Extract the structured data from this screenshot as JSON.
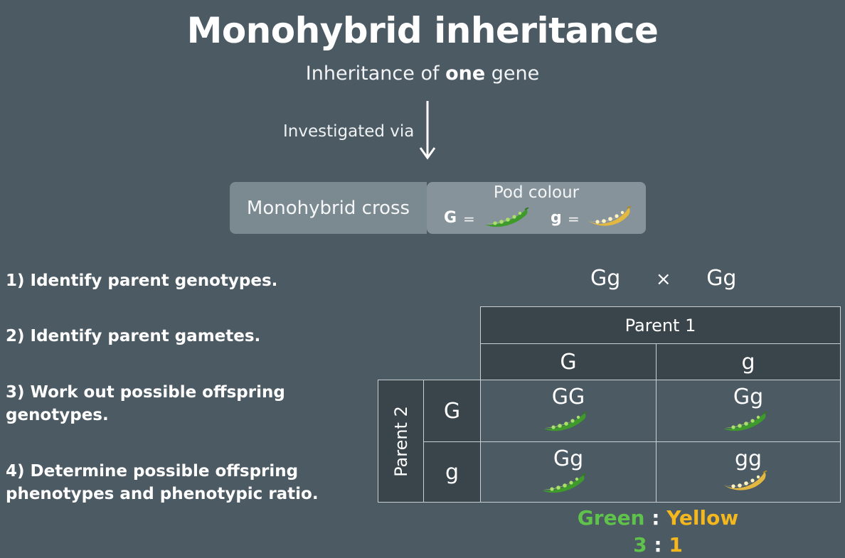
{
  "title": "Monohybrid inheritance",
  "subtitle": {
    "pre": "Inheritance of ",
    "bold": "one",
    "post": " gene"
  },
  "arrow_label": "Investigated via",
  "cross_box": "Monohybrid cross",
  "pod": {
    "title": "Pod colour",
    "dominant_allele": "G",
    "recessive_allele": "g",
    "equals": "=",
    "dominant_icon": "green-pea-pod-icon",
    "recessive_icon": "yellow-pea-pod-icon"
  },
  "steps": [
    "1) Identify parent genotypes.",
    "2) Identify parent gametes.",
    "3) Work out possible offspring genotypes.",
    "4) Determine possible offspring phenotypes and phenotypic ratio."
  ],
  "cross": {
    "parent1": "Gg",
    "symbol": "×",
    "parent2": "Gg"
  },
  "punnett": {
    "parent1_label": "Parent 1",
    "parent2_label": "Parent 2",
    "parent1_gametes": [
      "G",
      "g"
    ],
    "parent2_gametes": [
      "G",
      "g"
    ],
    "cells": [
      [
        {
          "genotype": "GG",
          "pod": "green"
        },
        {
          "genotype": "Gg",
          "pod": "green"
        }
      ],
      [
        {
          "genotype": "Gg",
          "pod": "green"
        },
        {
          "genotype": "gg",
          "pod": "yellow"
        }
      ]
    ]
  },
  "ratio": {
    "green_label": "Green",
    "separator": ":",
    "yellow_label": "Yellow",
    "green_value": "3",
    "yellow_value": "1"
  },
  "colors": {
    "background": "#4c5a64",
    "green": "#5fc24a",
    "yellow": "#f4b81e",
    "table_dark": "#3a444b"
  }
}
